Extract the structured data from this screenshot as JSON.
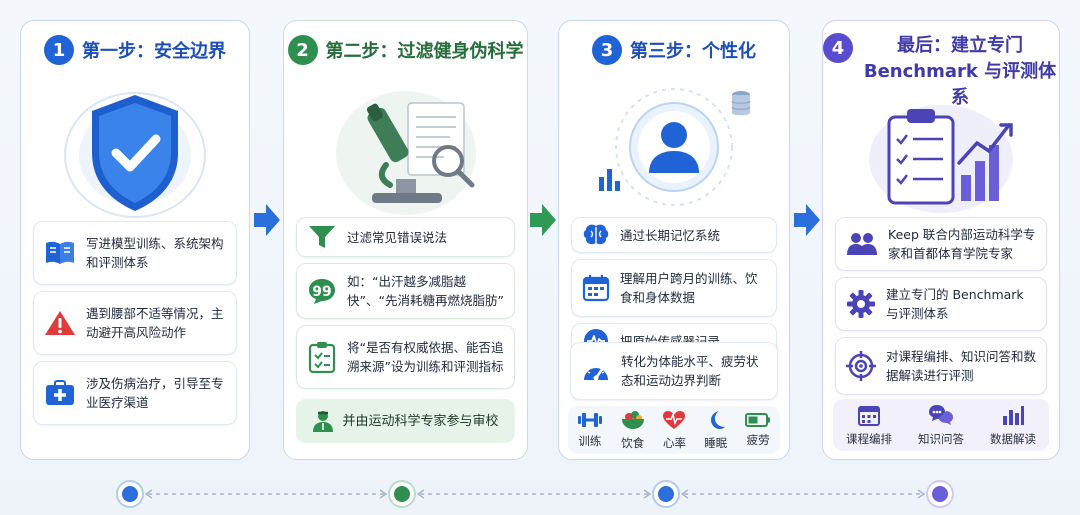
{
  "steps": [
    {
      "number": "1",
      "title": "第一步：安全边界",
      "hero_icon": "shield-check-icon",
      "items": [
        {
          "icon": "book-icon",
          "text": "写进模型训练、系统架构和评测体系"
        },
        {
          "icon": "warning-icon",
          "text": "遇到腰部不适等情况，主动避开高风险动作"
        },
        {
          "icon": "medical-kit-icon",
          "text": "涉及伤病治疗，引导至专业医疗渠道"
        }
      ]
    },
    {
      "number": "2",
      "title": "第二步：过滤健身伪科学",
      "hero_icon": "microscope-document-icon",
      "items": [
        {
          "icon": "filter-icon",
          "text": "过滤常见错误说法"
        },
        {
          "icon": "quote-bubble-icon",
          "text": "如：“出汗越多减脂越快”、“先消耗糖再燃烧脂肪”"
        },
        {
          "icon": "clipboard-check-icon",
          "text": "将“是否有权威依据、能否追溯来源”设为训练和评测指标"
        }
      ],
      "footer": {
        "icon": "expert-icon",
        "text": "并由运动科学专家参与审校"
      }
    },
    {
      "number": "3",
      "title": "第三步：个性化",
      "hero_icon": "user-profile-icon",
      "items": [
        {
          "icon": "brain-icon",
          "text": "通过长期记忆系统"
        },
        {
          "icon": "calendar-icon",
          "text": "理解用户跨月的训练、饮食和身体数据"
        },
        {
          "icon": "pulse-icon",
          "text": "把原始传感器记录"
        },
        {
          "icon": "gauge-icon",
          "text": "转化为体能水平、疲劳状态和运动边界判断"
        }
      ],
      "strip": [
        {
          "icon": "dumbbell-icon",
          "label": "训练"
        },
        {
          "icon": "food-bowl-icon",
          "label": "饮食"
        },
        {
          "icon": "heart-rate-icon",
          "label": "心率"
        },
        {
          "icon": "moon-icon",
          "label": "睡眠"
        },
        {
          "icon": "battery-icon",
          "label": "疲劳"
        }
      ]
    },
    {
      "number": "4",
      "title_line1": "最后：建立专门",
      "title_line2": "Benchmark 与评测体系",
      "hero_icon": "clipboard-growth-chart-icon",
      "items": [
        {
          "icon": "team-icon",
          "text": "Keep 联合内部运动科学专家和首都体育学院专家"
        },
        {
          "icon": "gear-icon",
          "text": "建立专门的 Benchmark 与评测体系"
        },
        {
          "icon": "target-icon",
          "text": "对课程编排、知识问答和数据解读进行评测"
        }
      ],
      "strip": [
        {
          "icon": "calendar-grid-icon",
          "label": "课程编排"
        },
        {
          "icon": "chat-bubbles-icon",
          "label": "知识问答"
        },
        {
          "icon": "bar-chart-icon",
          "label": "数据解读"
        }
      ]
    }
  ],
  "colors": {
    "blue": "#1f63d6",
    "green": "#2f8f4f",
    "purple": "#5a4ccf",
    "red": "#e23a3a"
  }
}
